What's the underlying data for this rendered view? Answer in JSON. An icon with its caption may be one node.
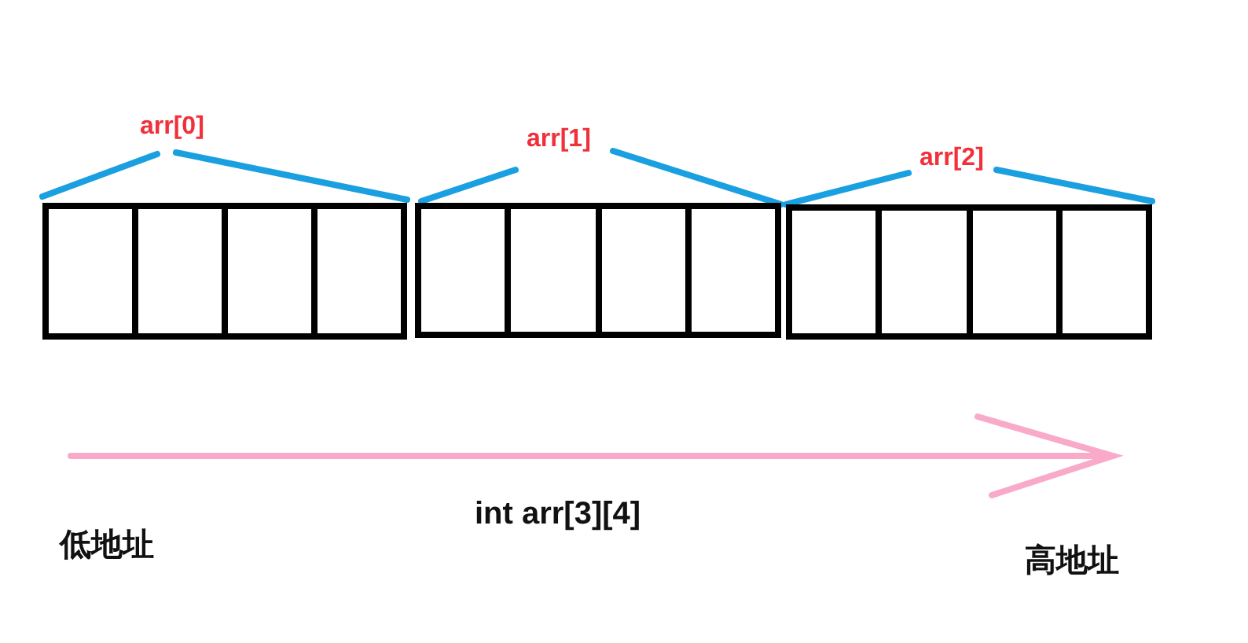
{
  "diagram": {
    "nodes": [
      {
        "text": [
          "arr[0]"
        ]
      },
      {
        "text": [],
        "shape": "box",
        "in": 0
      },
      {
        "text": [],
        "shape": "box",
        "in": 0
      },
      {
        "text": [],
        "shape": "box",
        "in": 0
      },
      {
        "text": [],
        "shape": "box",
        "in": 0
      },
      {
        "text": [
          "arr[1]"
        ]
      },
      {
        "text": [],
        "shape": "box",
        "in": 5
      },
      {
        "text": [],
        "shape": "box",
        "in": 5
      },
      {
        "text": [],
        "shape": "box",
        "in": 5
      },
      {
        "text": [],
        "shape": "box",
        "in": 5
      },
      {
        "text": [
          "arr[2]"
        ]
      },
      {
        "text": [],
        "shape": "box",
        "in": 10
      },
      {
        "text": [],
        "shape": "box",
        "in": 10
      },
      {
        "text": [],
        "shape": "box",
        "in": 10
      },
      {
        "text": [],
        "shape": "box",
        "in": 10
      }
    ],
    "labels": [
      "低地址",
      "int arr[3][4]",
      "高地址"
    ]
  }
}
